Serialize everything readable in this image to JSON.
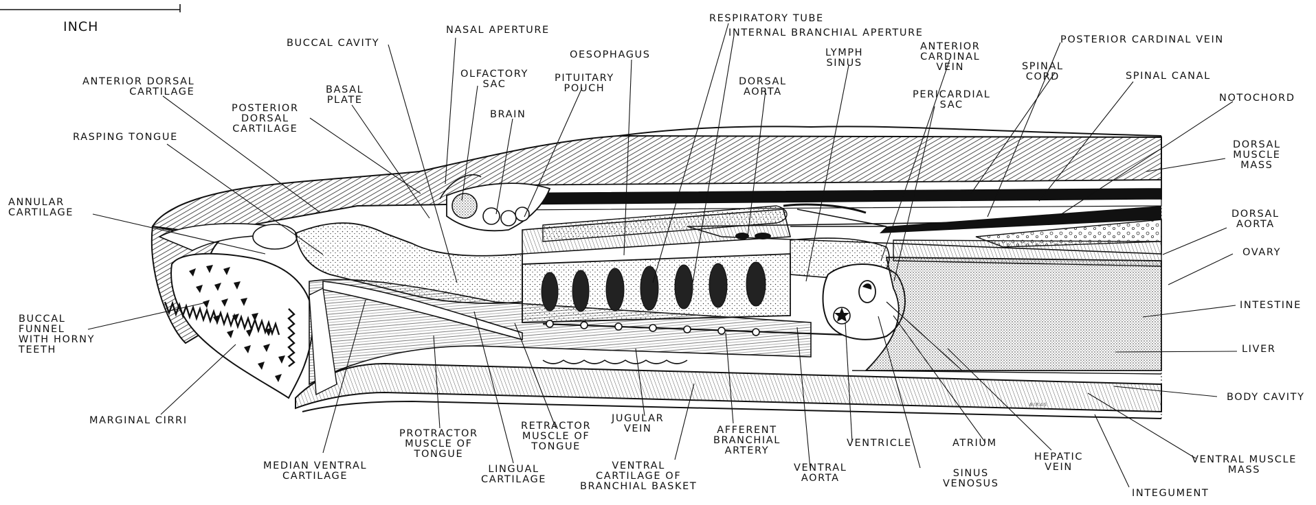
{
  "scale_bar": {
    "label": "INCH"
  },
  "signature": "BIRAS",
  "labels": {
    "respiratory_tube": [
      "RESPIRATORY TUBE"
    ],
    "internal_branchial_aperture": [
      "INTERNAL BRANCHIAL APERTURE"
    ],
    "buccal_cavity": [
      "BUCCAL CAVITY"
    ],
    "nasal_aperture": [
      "NASAL APERTURE"
    ],
    "oesophagus": [
      "OESOPHAGUS"
    ],
    "olfactory_sac": [
      "OLFACTORY",
      "SAC"
    ],
    "pituitary_pouch": [
      "PITUITARY",
      "POUCH"
    ],
    "brain": [
      "BRAIN"
    ],
    "anterior_dorsal_cartilage": [
      "ANTERIOR DORSAL",
      "CARTILAGE"
    ],
    "basal_plate": [
      "BASAL",
      "PLATE"
    ],
    "posterior_dorsal_cartilage": [
      "POSTERIOR",
      "DORSAL",
      "CARTILAGE"
    ],
    "rasping_tongue": [
      "RASPING TONGUE"
    ],
    "annular_cartilage": [
      "ANNULAR",
      "CARTILAGE"
    ],
    "buccal_funnel": [
      "BUCCAL",
      "FUNNEL",
      "WITH HORNY",
      "TEETH"
    ],
    "marginal_cirri": [
      "MARGINAL CIRRI"
    ],
    "median_ventral_cartilage": [
      "MEDIAN VENTRAL",
      "CARTILAGE"
    ],
    "protractor_muscle": [
      "PROTRACTOR",
      "MUSCLE OF",
      "TONGUE"
    ],
    "lingual_cartilage": [
      "LINGUAL",
      "CARTILAGE"
    ],
    "retractor_muscle": [
      "RETRACTOR",
      "MUSCLE OF",
      "TONGUE"
    ],
    "jugular_vein": [
      "JUGULAR",
      "VEIN"
    ],
    "ventral_cartilage_branchial_basket": [
      "VENTRAL",
      "CARTILAGE OF",
      "BRANCHIAL BASKET"
    ],
    "afferent_branchial_artery": [
      "AFFERENT",
      "BRANCHIAL",
      "ARTERY"
    ],
    "ventral_aorta": [
      "VENTRAL",
      "AORTA"
    ],
    "ventricle": [
      "VENTRICLE"
    ],
    "sinus_venosus": [
      "SINUS",
      "VENOSUS"
    ],
    "atrium": [
      "ATRIUM"
    ],
    "hepatic_vein": [
      "HEPATIC",
      "VEIN"
    ],
    "integument": [
      "INTEGUMENT"
    ],
    "ventral_muscle_mass": [
      "VENTRAL MUSCLE",
      "MASS"
    ],
    "body_cavity": [
      "BODY CAVITY"
    ],
    "liver": [
      "LIVER"
    ],
    "intestine": [
      "INTESTINE"
    ],
    "ovary": [
      "OVARY"
    ],
    "dorsal_aorta_right": [
      "DORSAL",
      "AORTA"
    ],
    "dorsal_muscle_mass": [
      "DORSAL",
      "MUSCLE",
      "MASS"
    ],
    "notochord": [
      "NOTOCHORD"
    ],
    "spinal_canal": [
      "SPINAL CANAL"
    ],
    "posterior_cardinal_vein": [
      "POSTERIOR CARDINAL VEIN"
    ],
    "spinal_cord": [
      "SPINAL",
      "CORD"
    ],
    "pericardial_sac": [
      "PERICARDIAL",
      "SAC"
    ],
    "anterior_cardinal_vein": [
      "ANTERIOR",
      "CARDINAL",
      "VEIN"
    ],
    "lymph_sinus": [
      "LYMPH",
      "SINUS"
    ],
    "dorsal_aorta_top": [
      "DORSAL",
      "AORTA"
    ]
  }
}
